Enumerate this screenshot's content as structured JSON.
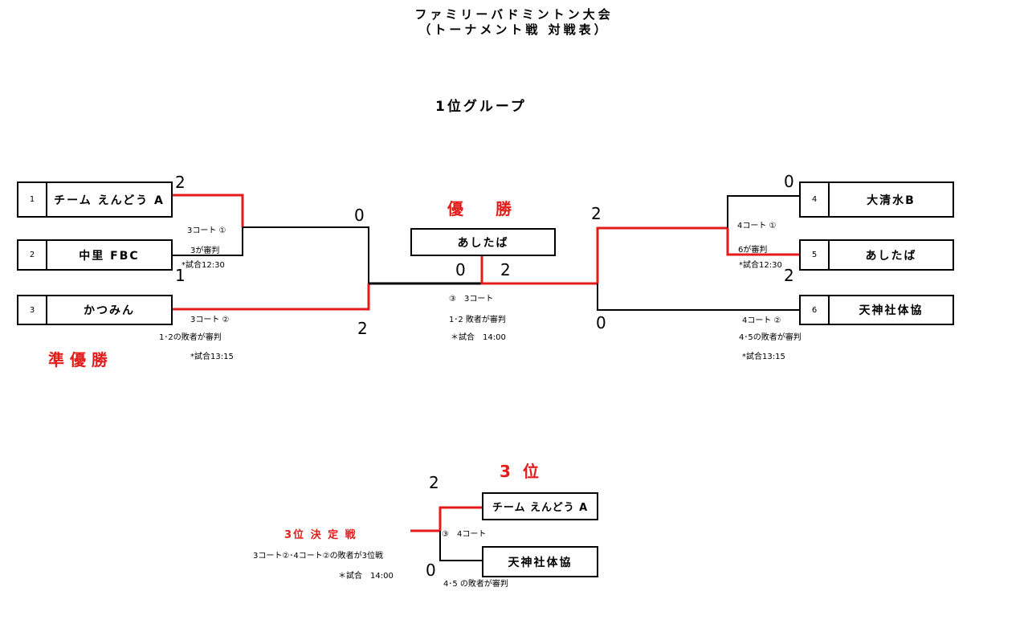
{
  "header": {
    "title_line1": "ファミリーバドミントン大会",
    "title_line2": "（トーナメント戦 対戦表）",
    "group_label": "1位グループ"
  },
  "colors": {
    "winner_line": "#e31b1b",
    "line": "#000000",
    "award_text": "#e31b1b"
  },
  "awards": {
    "champion_label": "優　　勝",
    "runner_up_label": "準 優 勝",
    "third_label": "3 位",
    "third_match_label": "3位 決 定 戦"
  },
  "teams": [
    {
      "seed": "1",
      "name": "チーム えんどう A"
    },
    {
      "seed": "2",
      "name": "中里 FBC"
    },
    {
      "seed": "3",
      "name": "かつみん"
    },
    {
      "seed": "4",
      "name": "大清水B"
    },
    {
      "seed": "5",
      "name": "あしたば"
    },
    {
      "seed": "6",
      "name": "天神社体協"
    }
  ],
  "champion": "あしたば",
  "matches": {
    "left_1": {
      "court": "3コート ①",
      "referee": "3が審判",
      "time": "*試合12:30",
      "score_top": "2",
      "score_bottom": "1"
    },
    "left_2": {
      "court": "3コート ②",
      "referee": "1･2の敗者が審判",
      "time": "*試合13:15",
      "score_top": "0",
      "score_bottom": "2"
    },
    "right_1": {
      "court": "4コート ①",
      "referee": "6が審判",
      "time": "*試合12:30",
      "score_top": "0",
      "score_bottom": "2"
    },
    "right_2": {
      "court": "4コート ②",
      "referee": "4･5の敗者が審判",
      "time": "*試合13:15",
      "score_top": "2",
      "score_bottom": "0"
    },
    "final": {
      "court": "③　3コート",
      "referee": "1･2 敗者が審判",
      "time": "＊試合　14:00",
      "score_left": "0",
      "score_right": "2"
    },
    "third": {
      "court": "③　4コート",
      "referee": "4･5 の敗者が審判",
      "description": "3コート②･4コート②の敗者が3位戦",
      "time": "＊試合　14:00",
      "team_top": "チーム えんどう A",
      "team_bottom": "天神社体協",
      "score_top": "2",
      "score_bottom": "0"
    }
  }
}
